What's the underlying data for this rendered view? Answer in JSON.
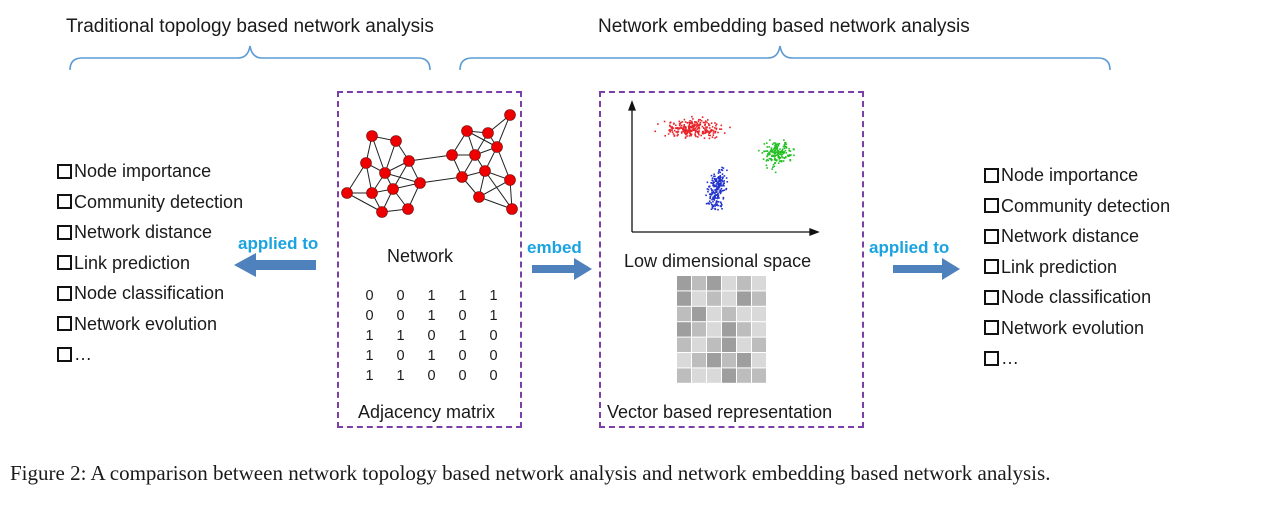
{
  "headers": {
    "traditional": "Traditional topology based network analysis",
    "embedding": "Network embedding based network analysis"
  },
  "left_list": [
    "Node importance",
    "Community detection",
    "Network distance",
    "Link prediction",
    "Node classification",
    "Network evolution",
    "…"
  ],
  "right_list": [
    "Node importance",
    "Community detection",
    "Network distance",
    "Link prediction",
    "Node classification",
    "Network evolution",
    "…"
  ],
  "arrows": {
    "left_label": "applied to",
    "middle_label": "embed",
    "right_label": "applied to"
  },
  "network_box": {
    "network_label": "Network",
    "matrix_label": "Adjacency matrix",
    "matrix": [
      [
        "0",
        "0",
        "1",
        "1",
        "1"
      ],
      [
        "0",
        "0",
        "1",
        "0",
        "1"
      ],
      [
        "1",
        "1",
        "0",
        "1",
        "0"
      ],
      [
        "1",
        "0",
        "1",
        "0",
        "0"
      ],
      [
        "1",
        "1",
        "0",
        "0",
        "0"
      ]
    ]
  },
  "embedding_box": {
    "space_label": "Low dimensional space",
    "vector_label": "Vector based representation"
  },
  "caption": "Figure 2: A comparison between network topology based network analysis and network embedding based network analysis.",
  "colors": {
    "bracket": "#5b9bd5",
    "dash_border": "#7b3fa8",
    "arrow": "#4f81bd",
    "arrow_label": "#1aa3e0",
    "node": "#ee0000",
    "cluster_red": "#e8242a",
    "cluster_green": "#22c022",
    "cluster_blue": "#2233cc"
  }
}
